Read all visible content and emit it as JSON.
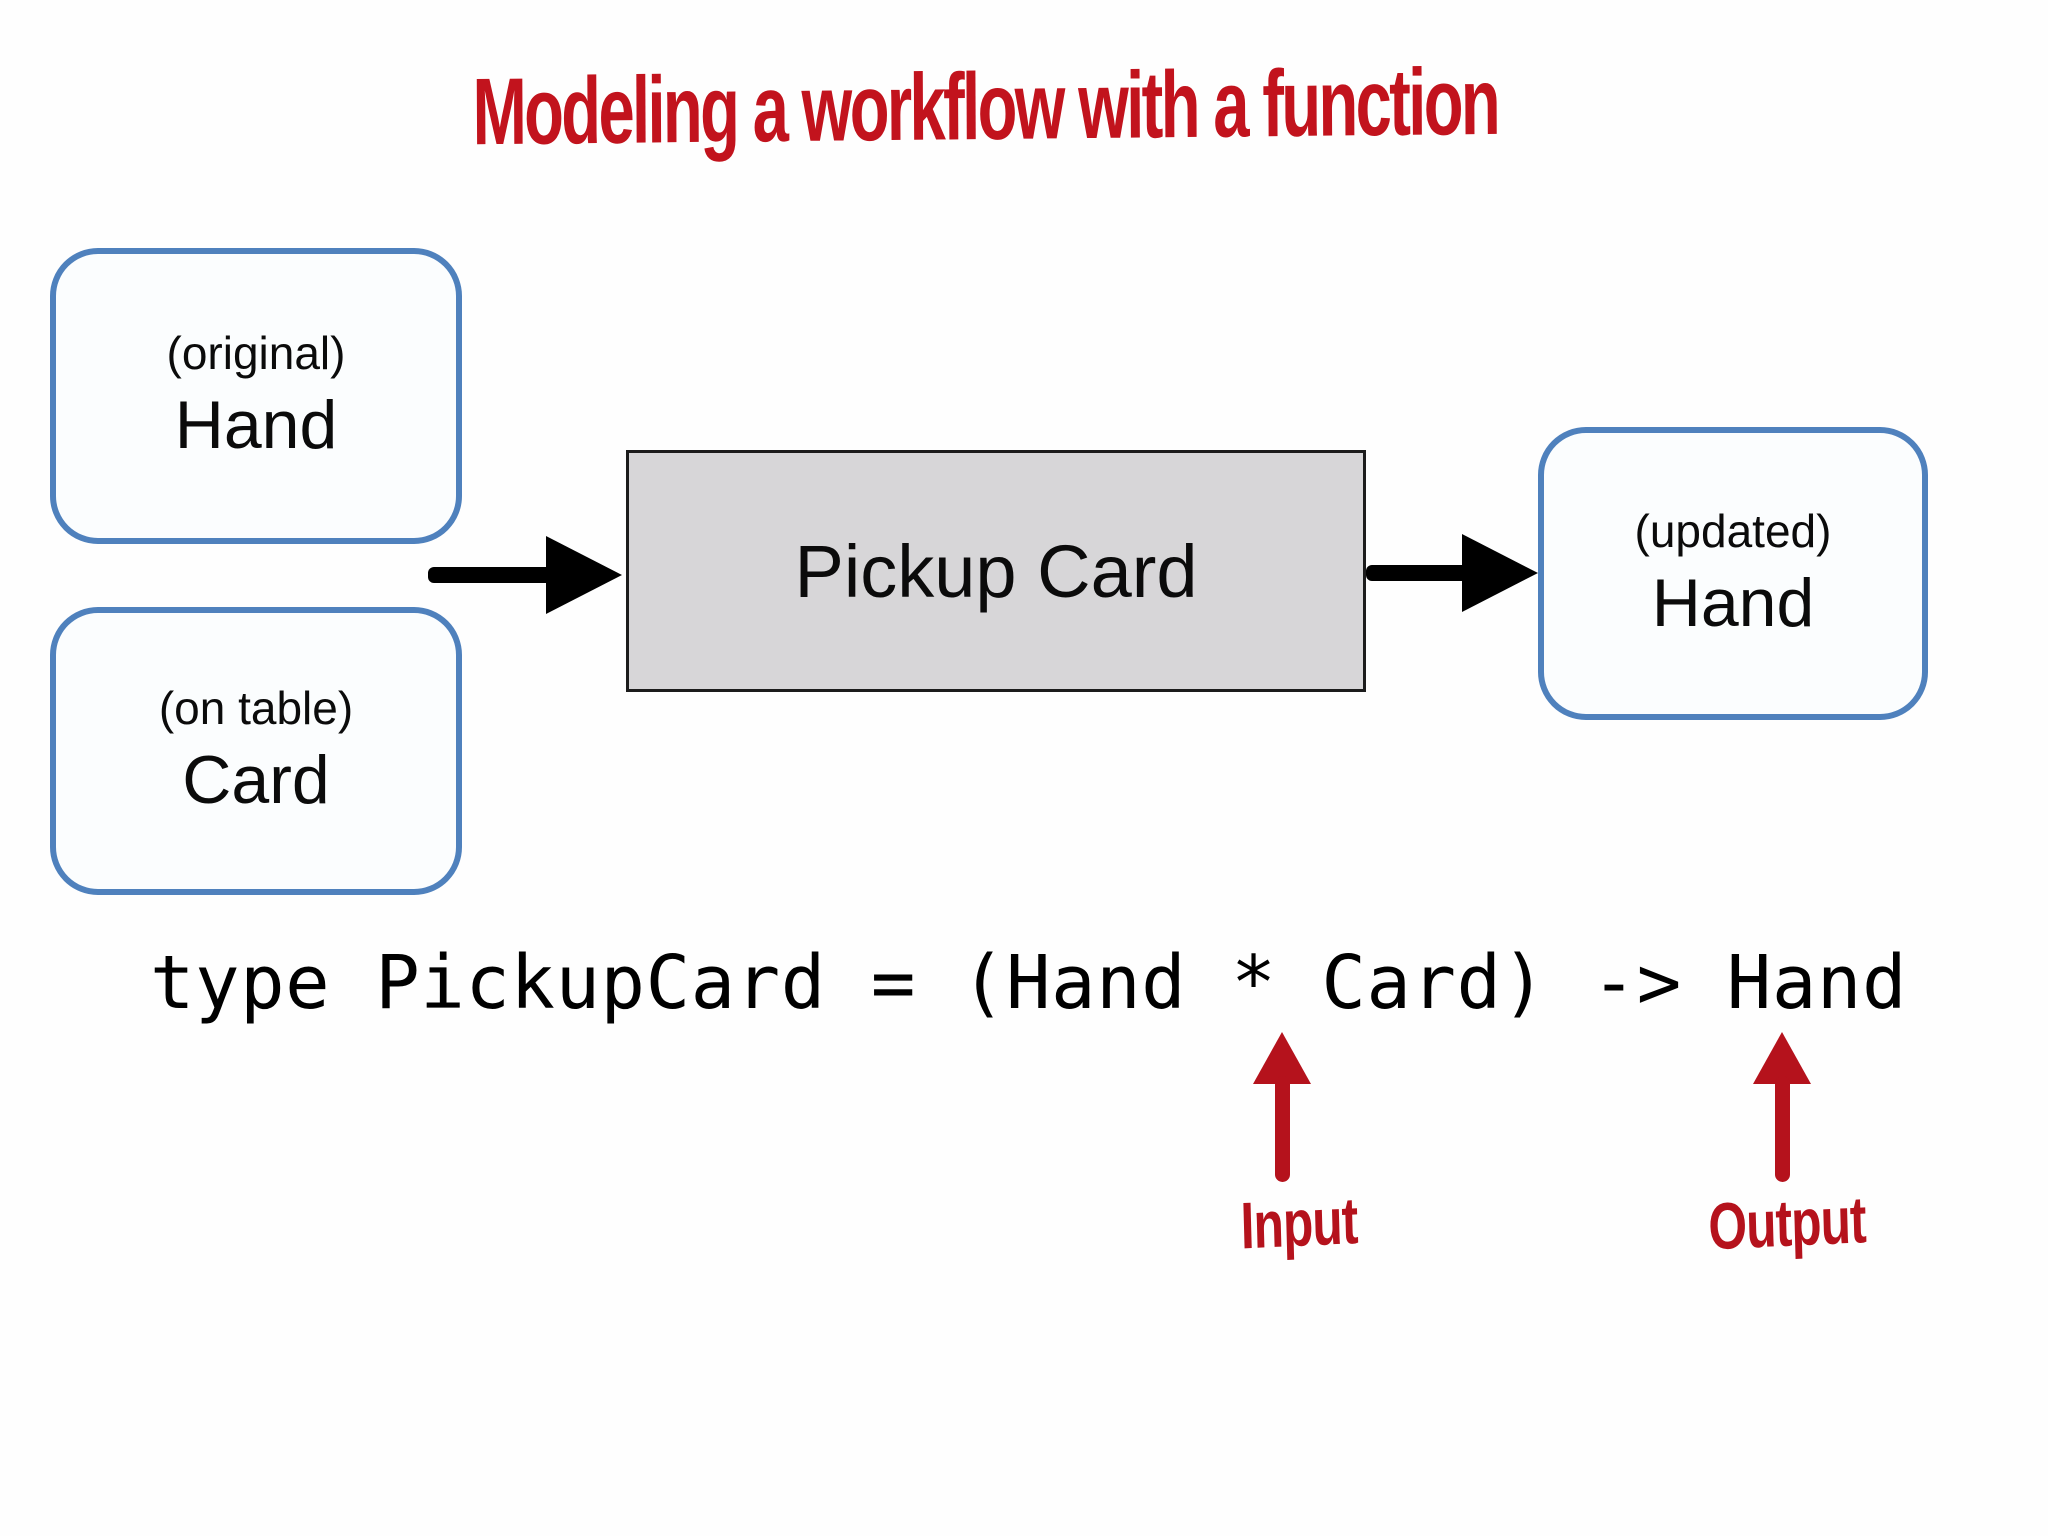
{
  "slide": {
    "title": "Modeling a workflow with a function",
    "input_boxes": [
      {
        "qualifier": "(original)",
        "label": "Hand"
      },
      {
        "qualifier": "(on table)",
        "label": "Card"
      }
    ],
    "process_box": {
      "label": "Pickup Card"
    },
    "output_box": {
      "qualifier": "(updated)",
      "label": "Hand"
    },
    "type_signature": "type PickupCard = (Hand * Card) -> Hand",
    "annotations": {
      "input": "Input",
      "output": "Output"
    },
    "colors": {
      "title_red": "#c2131d",
      "annotation_red": "#b5121c",
      "box_border_blue": "#4f81bd",
      "box_fill": "#fbfdfe",
      "process_fill_gray": "#d7d6d8",
      "process_border": "#1c1c1c",
      "arrow_black": "#000000"
    }
  }
}
